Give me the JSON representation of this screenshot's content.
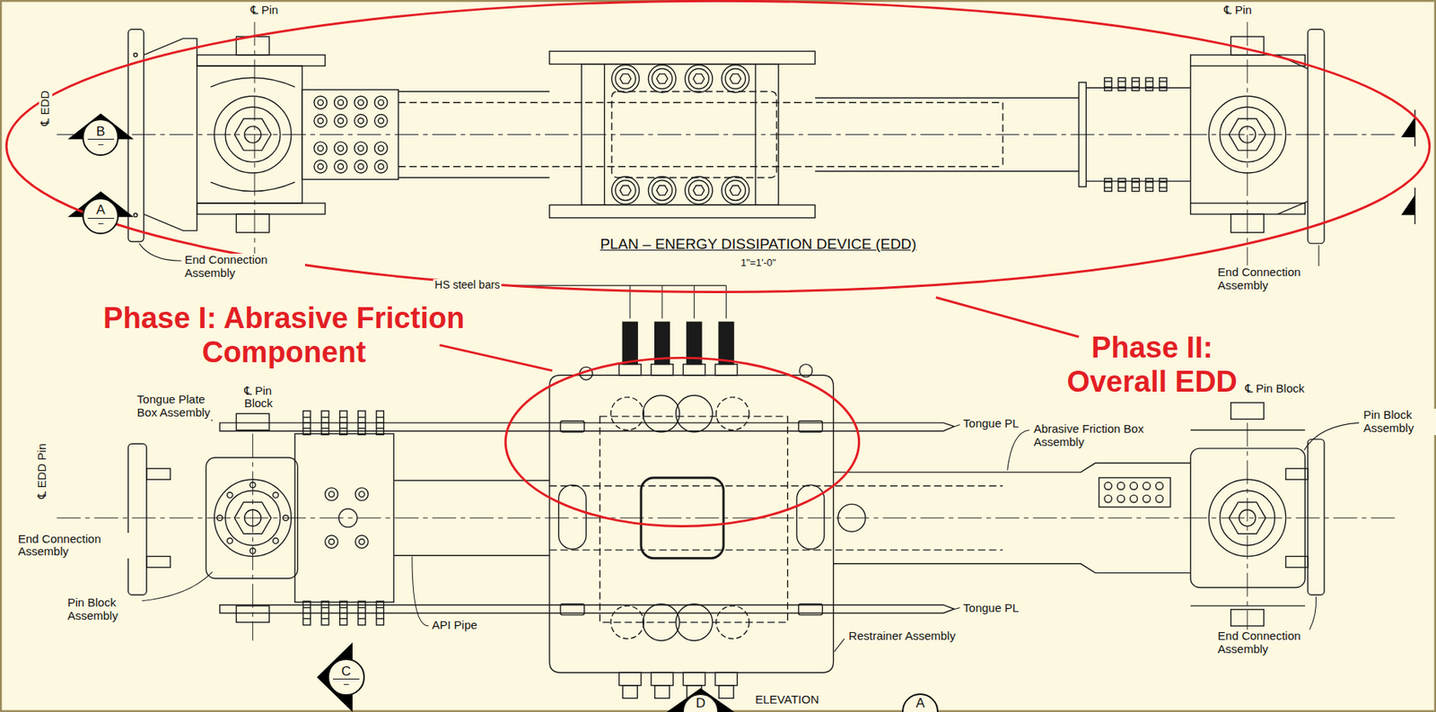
{
  "diagram": {
    "nodes": [
      {
        "text": [
          "B",
          "–"
        ]
      },
      {
        "text": [
          "A",
          "–"
        ]
      },
      {
        "text": [
          "C",
          "–"
        ]
      },
      {
        "text": [
          "D"
        ]
      },
      {
        "text": [
          "A"
        ]
      }
    ],
    "labels": [
      "℄ Pin",
      "℄ Pin",
      "℄ EDD",
      "End Connection Assembly",
      "PLAN – ENERGY DISSIPATION DEVICE (EDD)",
      "1\"=1'-0\"",
      "End Connection Assembly",
      "HS steel bars",
      "Phase I: Abrasive Friction Component",
      "Phase II: Overall EDD",
      "℄ Pin Block",
      "Tongue Plate Box Assembly",
      "Tongue PL",
      "Abrasive Friction Box Assembly",
      "℄ Pin Block",
      "Pin Block Assembly",
      "℄ EDD Pin",
      "End Connection Assembly",
      "Pin Block Assembly",
      "API Pipe",
      "Tongue PL",
      "Restrainer Assembly",
      "End Connection Assembly",
      "ELEVATION"
    ]
  }
}
